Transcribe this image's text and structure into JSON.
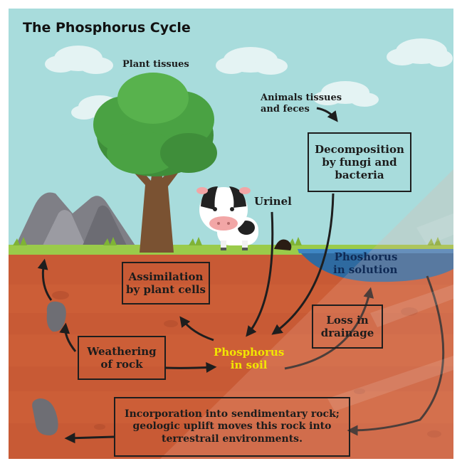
{
  "title": "The Phosphorus Cycle",
  "labels": {
    "plant_tissues": "Plant tissues",
    "animal_tissues": "Animals tissues\nand feces",
    "urine": "Urinel",
    "phosphorus_in_solution": "Phoshorus\nin solution",
    "phosphorus_in_soil": "Phosphorus\nin soil"
  },
  "boxes": {
    "decomposition": "Decomposition\nby fungi and\nbacteria",
    "assimilation": "Assimilation\nby plant cells",
    "loss_in_drainage": "Loss in\ndrainage",
    "weathering": "Weathering\nof rock",
    "incorporation": "Incorporation into sendimentary rock;\ngeologic uplift moves this rock into\nterrestrail environments."
  },
  "colors": {
    "sky": "#a8dcdc",
    "soil_top": "#c85a35",
    "soil_bottom": "#d96b45",
    "grass": "#9acb4a",
    "water": "#2e6aa0",
    "soil_highlight": "#f2e600",
    "arrow": "#1e1e1e"
  }
}
